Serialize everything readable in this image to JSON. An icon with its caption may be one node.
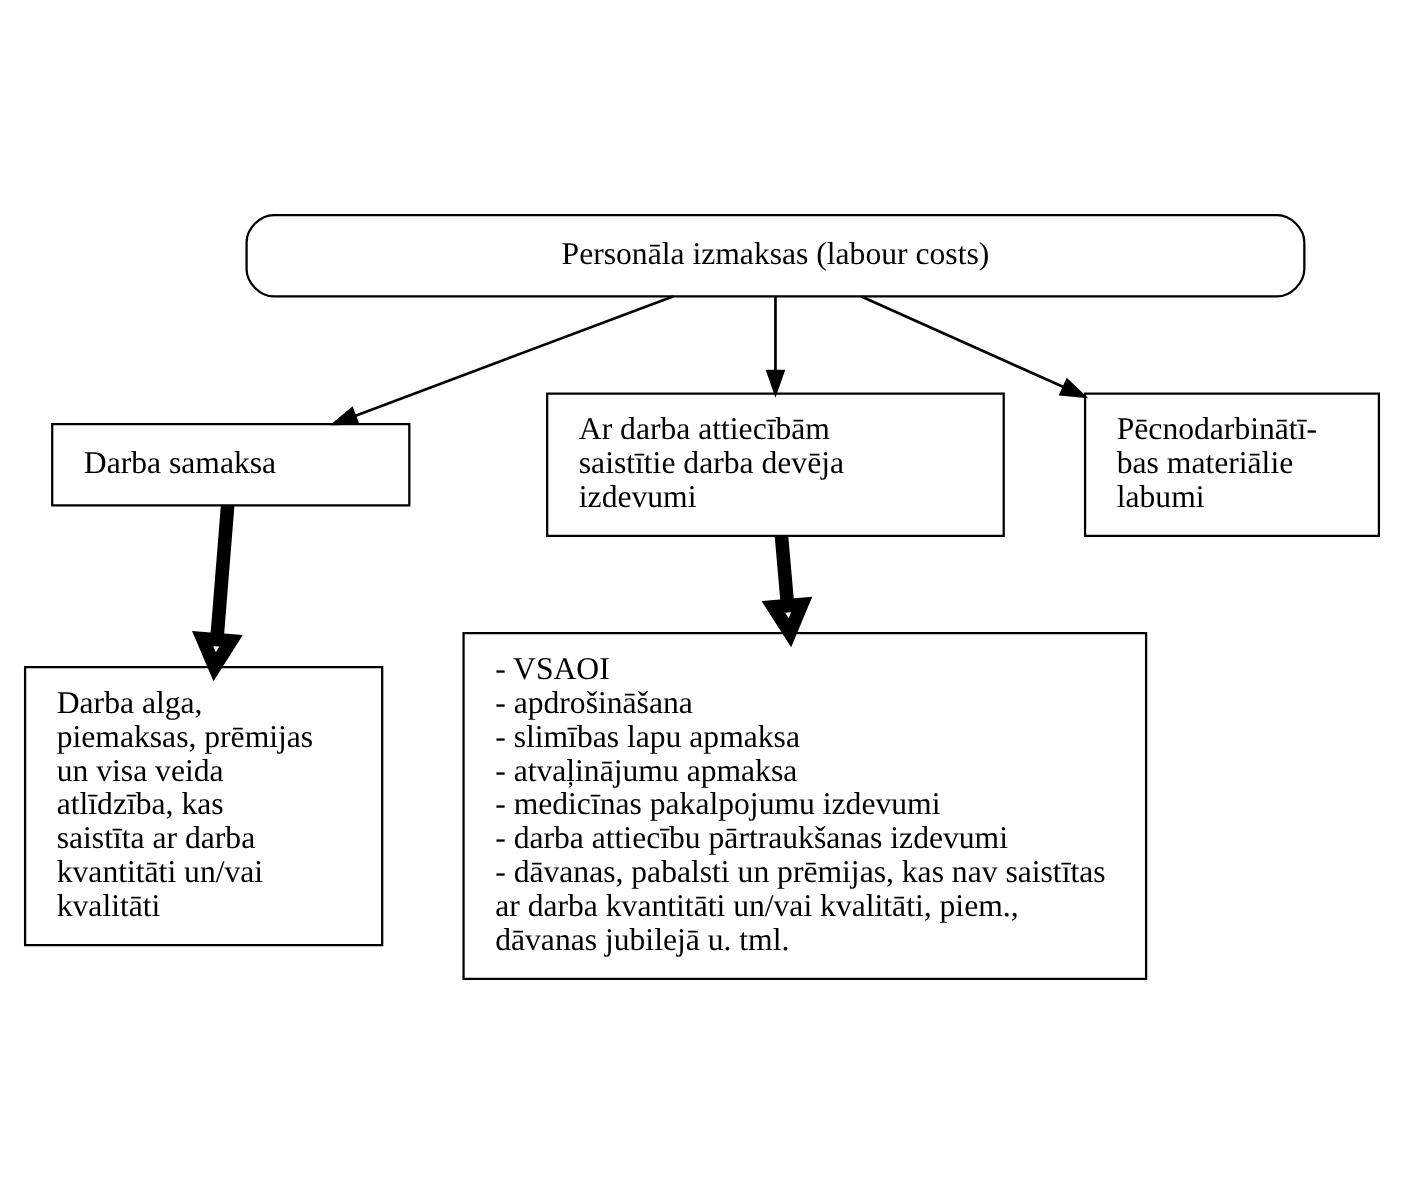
{
  "diagram": {
    "nodes": [
      {
        "text": [
          "Personāla izmaksas (labour costs)"
        ]
      },
      {
        "text": [
          "Darba samaksa"
        ]
      },
      {
        "text": [
          "Ar darba attiecībām saistītie darba devēja izdevumi"
        ]
      },
      {
        "text": [
          "Pēcnodarbinātī- bas materiālie labumi"
        ]
      },
      {
        "text": [
          "Darba alga, piemaksas, prēmijas un visa veida atlīdzība, kas saistīta ar darba kvantitāti un/vai kvalitāti"
        ]
      },
      {
        "text": [
          "- VSAOI",
          "- apdrošināšana",
          "- slimības lapu apmaksa",
          "- atvaļinājumu apmaksa",
          "- medicīnas pakalpojumu izdevumi",
          "- darba attiecību pārtraukšanas izdevumi",
          "- dāvanas, pabalsti un prēmijas, kas nav saistītas ar darba kvantitāti un/vai kvalitāti, piem., dāvanas jubilejā u. tml."
        ]
      }
    ],
    "edges": [
      {
        "from": 0,
        "to": 1,
        "arrow": "to"
      },
      {
        "from": 0,
        "to": 2,
        "arrow": "to"
      },
      {
        "from": 0,
        "to": 3,
        "arrow": "to"
      },
      {
        "from": 1,
        "to": 4,
        "arrow": "to",
        "style": "thick"
      },
      {
        "from": 2,
        "to": 5,
        "arrow": "to",
        "style": "thick"
      }
    ]
  }
}
